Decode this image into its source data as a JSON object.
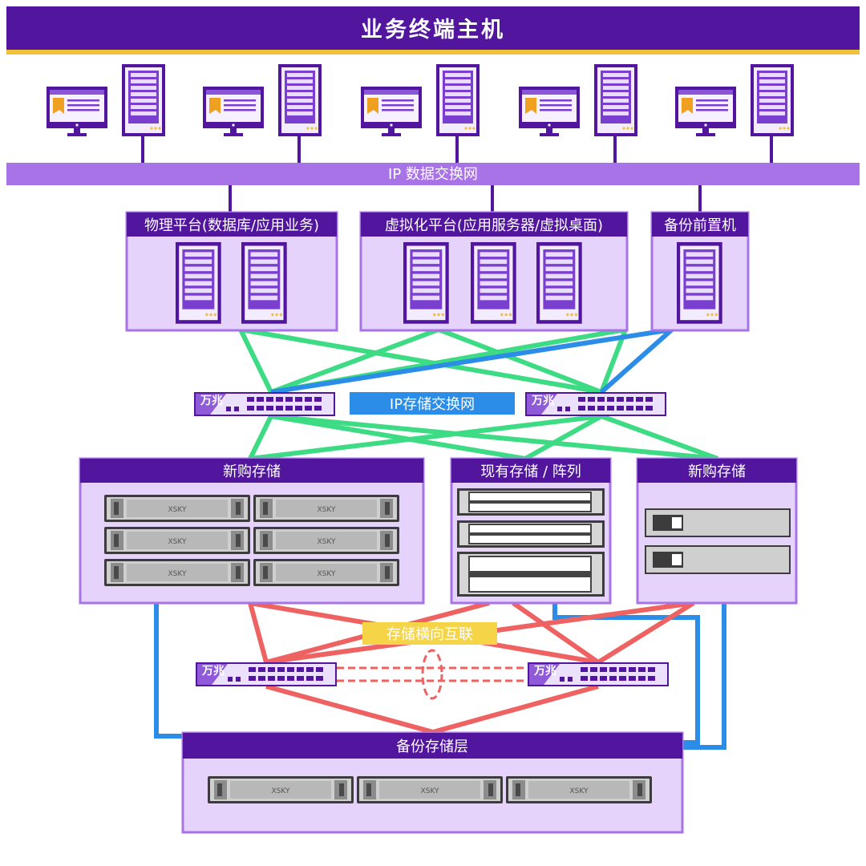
{
  "header": {
    "title": "业务终端主机"
  },
  "ip_data_network": {
    "label": "IP 数据交换网"
  },
  "platforms": [
    {
      "title": "物理平台(数据库/应用业务)"
    },
    {
      "title": "虚拟化平台(应用服务器/虚拟桌面)"
    },
    {
      "title": "备份前置机"
    }
  ],
  "ip_storage_network": {
    "label": "IP存储交换网"
  },
  "switch": {
    "label": "万兆"
  },
  "storage_groups": [
    {
      "title": "新购存储"
    },
    {
      "title": "现有存储 / 阵列"
    },
    {
      "title": "新购存储"
    }
  ],
  "storage_interconnect": {
    "label": "存储横向互联"
  },
  "backup_layer": {
    "title": "备份存储层"
  },
  "device": {
    "brand": "XSKY"
  },
  "colors": {
    "header": "#52159e",
    "accent": "#f0c23a",
    "network_bar": "#a873e6",
    "panel": "#e5d3fb",
    "green_link": "#3ddc84",
    "blue_link": "#2b8de8",
    "red_link": "#ef6262",
    "ip_storage_label": "#2b8de8",
    "interconnect_label": "#f5d547"
  }
}
